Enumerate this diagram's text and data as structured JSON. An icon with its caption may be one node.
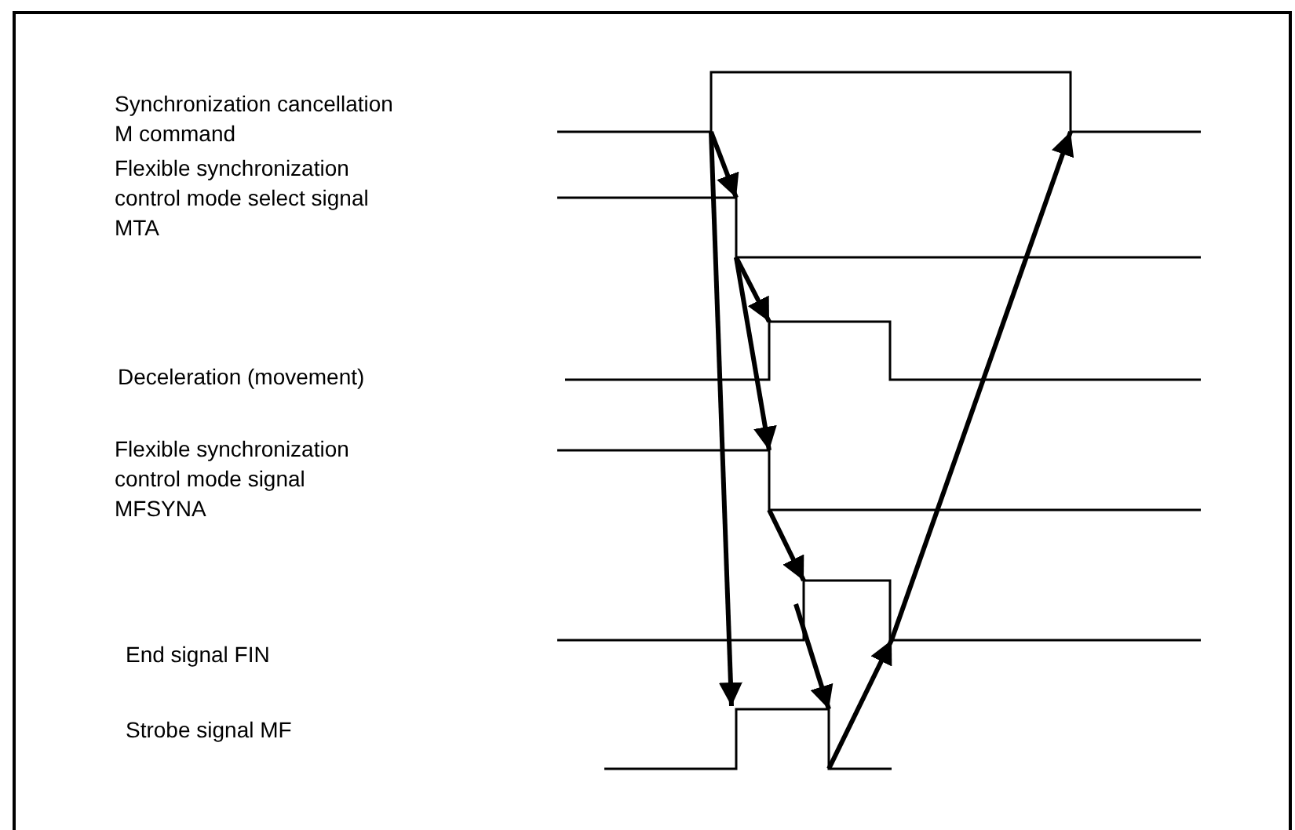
{
  "diagram": {
    "labels": [
      "Synchronization cancellation M command",
      "Flexible synchronization control mode select signal MTA",
      "Deceleration (movement)",
      "Flexible synchronization control mode signal MFSYNA",
      "End signal FIN",
      "Strobe signal MF"
    ]
  }
}
